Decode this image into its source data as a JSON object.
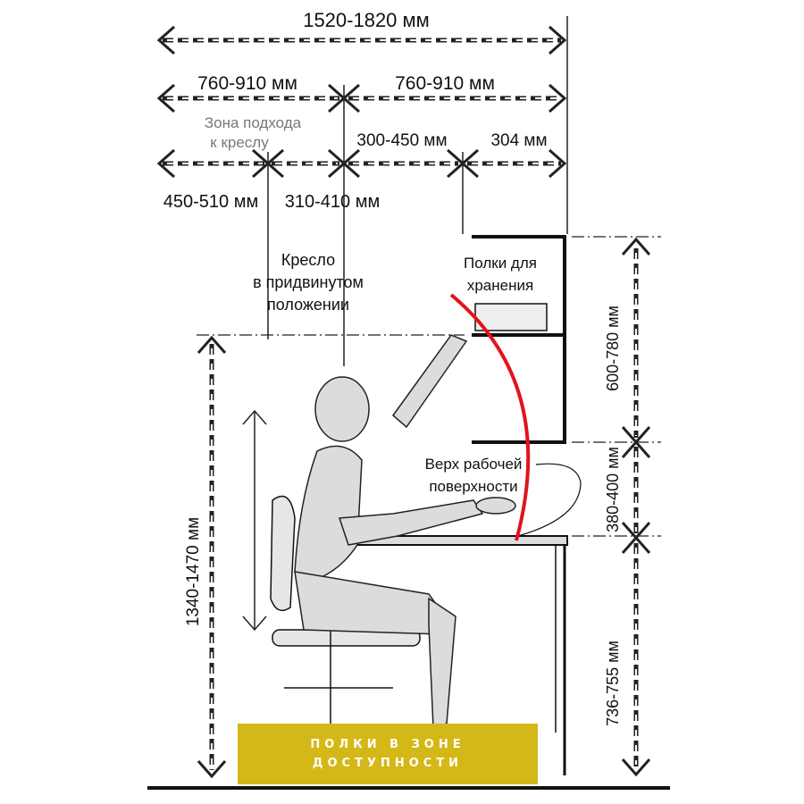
{
  "dimensions": {
    "total_width": "1520-1820 мм",
    "left_zone": "760-910 мм",
    "right_zone": "760-910 мм",
    "approach_zone_line1": "Зона подхода",
    "approach_zone_line2": "к креслу",
    "seg_300_450": "300-450 мм",
    "seg_304": "304 мм",
    "seg_450_510": "450-510 мм",
    "seg_310_410": "310-410 мм",
    "height_left": "1340-1470 мм",
    "height_shelf": "600-780 мм",
    "height_above_desk": "380-400 мм",
    "height_desk": "736-755 мм"
  },
  "labels": {
    "chair_line1": "Кресло",
    "chair_line2": "в придвинутом",
    "chair_line3": "положении",
    "shelves_line1": "Полки для",
    "shelves_line2": "хранения",
    "worktop_line1": "Верх рабочей",
    "worktop_line2": "поверхности"
  },
  "banner": {
    "line1": "ПОЛКИ В ЗОНЕ",
    "line2": "ДОСТУПНОСТИ",
    "color": "#d4b818"
  },
  "colors": {
    "reach_arc": "#e0141e"
  }
}
